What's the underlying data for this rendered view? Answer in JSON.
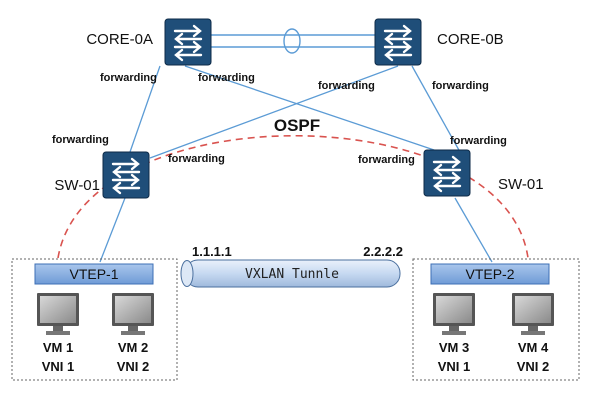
{
  "switches": {
    "core_a": "CORE-0A",
    "core_b": "CORE-0B",
    "sw_left": "SW-01",
    "sw_right": "SW-01"
  },
  "link_labels": {
    "core_a_down": "forwarding",
    "core_a_cross": "forwarding",
    "core_b_cross": "forwarding",
    "core_b_down": "forwarding",
    "sw_left_up": "forwarding",
    "sw_left_cross": "forwarding",
    "sw_right_cross": "forwarding",
    "sw_right_up": "forwarding"
  },
  "protocol": "OSPF",
  "tunnel": {
    "label": "VXLAN Tunnle",
    "left_ip": "1.1.1.1",
    "right_ip": "2.2.2.2"
  },
  "vteps": [
    {
      "label": "VTEP-1",
      "vms": [
        {
          "name": "VM 1",
          "vni": "VNI 1"
        },
        {
          "name": "VM 2",
          "vni": "VNI 2"
        }
      ]
    },
    {
      "label": "VTEP-2",
      "vms": [
        {
          "name": "VM 3",
          "vni": "VNI 1"
        },
        {
          "name": "VM 4",
          "vni": "VNI 2"
        }
      ]
    }
  ],
  "colors": {
    "switch": "#1f4e79",
    "link": "#5b9bd5",
    "ospf_arc": "#d9534f",
    "vtep": "#8db3e2",
    "tunnel": "#c6d9f1"
  }
}
